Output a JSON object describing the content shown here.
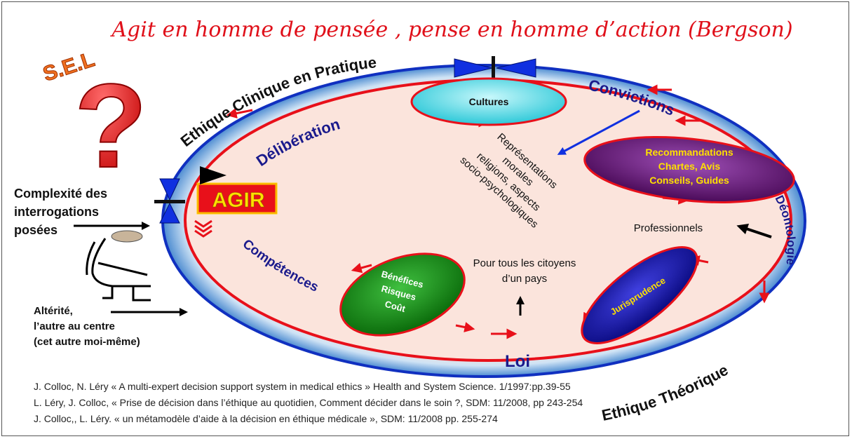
{
  "title": "Agit en homme de pensée , pense en homme d’action (Bergson)",
  "sel_label": "S.E.L",
  "question_mark": "?",
  "outer_labels": {
    "top": "Ethique Clinique en Pratique",
    "bottom": "Ethique Théorique"
  },
  "ring_labels": {
    "deliberation": "Délibération",
    "convictions": "Convictions",
    "deontologie": "Déontologie",
    "competences": "Compétences",
    "loi": "Loi"
  },
  "agir_label": "AGIR",
  "ovals": {
    "cultures": "Cultures",
    "recommandations": [
      "Recommandations",
      "Chartes, Avis",
      "Conseils, Guides"
    ],
    "benefices": [
      "Bénéfices",
      "Risques",
      "Coût"
    ],
    "jurisprudence": "Jurisprudence"
  },
  "representations": [
    "Représentations",
    "morales",
    "religions, aspects",
    "socio-psychologiques"
  ],
  "professionnels": "Professionnels",
  "citoyens": [
    "Pour tous les citoyens",
    "d’un pays"
  ],
  "left_labels": {
    "complexite": [
      "Complexité des",
      "interrogations",
      "posées"
    ],
    "alterite": [
      "Altérité,",
      "l’autre au centre",
      "(cet autre moi-même)"
    ]
  },
  "references": [
    "J. Colloc, N. Léry « A multi-expert decision support system in medical ethics » Health and System Science. 1/1997:pp.39-55",
    "L. Léry, J. Colloc, « Prise de décision dans l’éthique au quotidien, Comment décider dans le soin ?, SDM: 11/2008, pp 243-254",
    "J. Colloc,, L. Léry. « un métamodèle d’aide à la décision en éthique médicale », SDM: 11/2008 pp. 255-274"
  ],
  "colors": {
    "title": "#e0101a",
    "ring": "#e8101a",
    "outer_ring": "#1030c0",
    "label_blue": "#1a1a8c",
    "agir_bg": "#e8101a",
    "agir_text": "#ffe000",
    "cultures": "#40e0e8",
    "recommandations": "#6a1a78",
    "benefices": "#1a8a1a",
    "jurisprudence": "#1a1ab0",
    "oval_text": "#ffe000"
  }
}
